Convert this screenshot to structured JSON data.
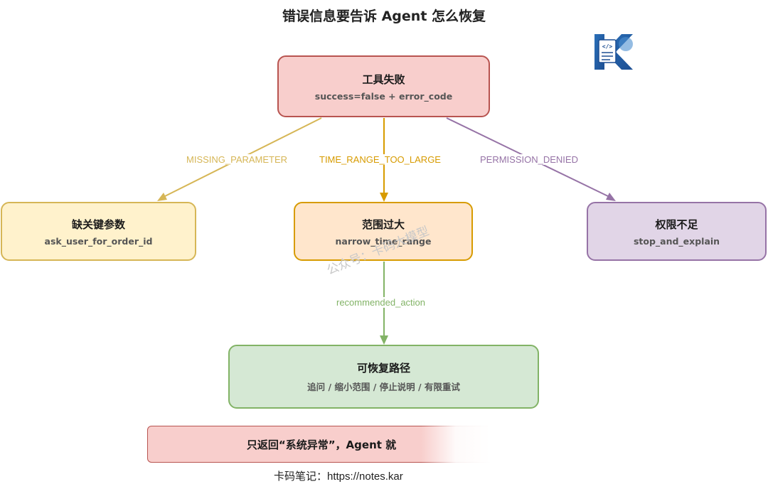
{
  "title": "错误信息要告诉 Agent 怎么恢复",
  "nodes": {
    "tool_failure": {
      "title": "工具失败",
      "subtitle": "success=false + error_code"
    },
    "missing_params": {
      "title": "缺关键参数",
      "subtitle": "ask_user_for_order_id"
    },
    "range_too_large": {
      "title": "范围过大",
      "subtitle": "narrow_time_range"
    },
    "insufficient_permission": {
      "title": "权限不足",
      "subtitle": "stop_and_explain"
    },
    "recoverable_path": {
      "title": "可恢复路径",
      "subtitle": "追问 / 缩小范围 / 停止说明 / 有限重试"
    },
    "bottom_note": {
      "text": "只返回“系统异常”，Agent 就"
    }
  },
  "edges": {
    "missing": "MISSING_PARAMETER",
    "time": "TIME_RANGE_TOO_LARGE",
    "perm": "PERMISSION_DENIED",
    "recommended": "recommended_action"
  },
  "colors": {
    "red_fill": "#f8cecc",
    "red_stroke": "#b85450",
    "yellow_fill": "#fff2cc",
    "yellow_stroke": "#d6b656",
    "orange_fill": "#ffe6cc",
    "orange_stroke": "#d79b00",
    "purple_fill": "#e1d5e7",
    "purple_stroke": "#9673a6",
    "green_fill": "#d5e8d4",
    "green_stroke": "#82b366"
  },
  "footer": "卡码笔记：https://notes.kar",
  "watermark": "公众号：卡码大模型",
  "logo": {
    "icon": "code-document-brain-logo",
    "letter": "K"
  }
}
